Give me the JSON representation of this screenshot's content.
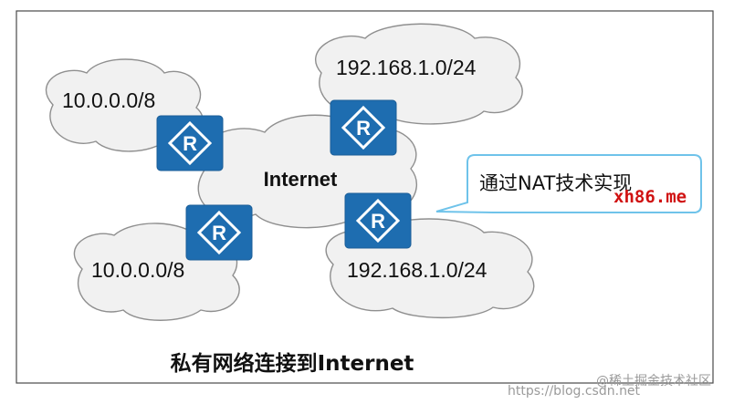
{
  "clouds": {
    "top_left": "10.0.0.0/8",
    "top_right": "192.168.1.0/24",
    "center": "Internet",
    "bottom_left": "10.0.0.0/8",
    "bottom_right": "192.168.1.0/24"
  },
  "callout": "通过NAT技术实现",
  "caption": "私有网络连接到Internet",
  "watermarks": {
    "site": "xh86.me",
    "platform": "@稀土掘金技术社区",
    "url": "https://blog.csdn.net"
  },
  "icons": [
    "router-icon"
  ],
  "colors": {
    "router_fill": "#1e6db0",
    "cloud_fill": "#f1f1f1",
    "callout_border": "#6fc3ea",
    "watermark_red": "#d01212"
  }
}
